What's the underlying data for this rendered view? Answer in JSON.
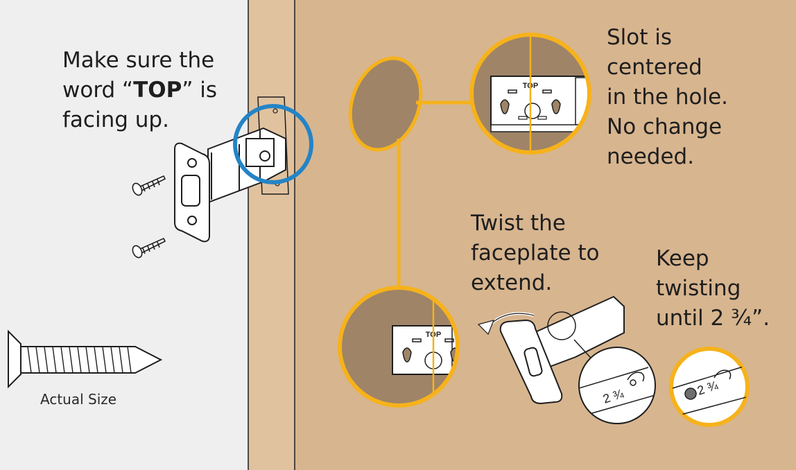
{
  "colors": {
    "wall_left": "#efefef",
    "door_edge": "#e0c29f",
    "door_face": "#d7b58f",
    "hole": "#9f8467",
    "callout_ring": "#f6b21b",
    "highlight_ring": "#2484c6",
    "line_art": "#1e1e1e"
  },
  "instructions": {
    "top_word": {
      "line1": "Make sure the",
      "line2_pre": "word “",
      "line2_bold": "TOP",
      "line2_post": "” is",
      "line3": "facing up."
    },
    "slot": [
      "Slot is",
      "centered",
      "in the hole.",
      "No change",
      "needed."
    ],
    "twist": [
      "Twist the",
      "faceplate to",
      "extend."
    ],
    "keep": [
      "Keep",
      "twisting",
      "until 2 ¾”."
    ]
  },
  "caption": "Actual Size",
  "stamps": {
    "top_label": "TOP",
    "backset_label": "2 ¾"
  }
}
